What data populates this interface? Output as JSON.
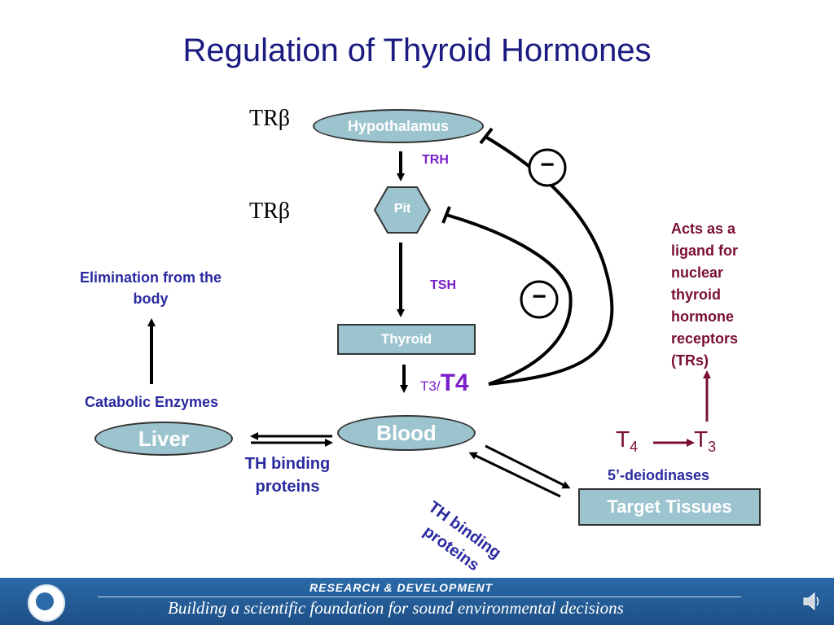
{
  "title": "Regulation of Thyroid Hormones",
  "tr_labels": [
    "TRβ",
    "TRβ"
  ],
  "nodes": {
    "hypothalamus": "Hypothalamus",
    "pit": "Pit",
    "thyroid": "Thyroid",
    "blood": "Blood",
    "liver": "Liver",
    "target": "Target Tissues"
  },
  "labels": {
    "trh": "TRH",
    "tsh": "TSH",
    "t3": "T3",
    "slash": "/",
    "t4": "T4",
    "elimination": "Elimination from the body",
    "catabolic": "Catabolic Enzymes",
    "th_binding_left": "TH binding proteins",
    "th_binding_right": "TH binding proteins",
    "acts_as": "Acts as a ligand for nuclear thyroid hormone receptors (TRs)",
    "t4_base": "T",
    "t4_sub": "4",
    "t3_base": "T",
    "t3_sub": "3",
    "deiodinases": "5’-deiodinases",
    "minus1": "−",
    "minus2": "−"
  },
  "footer": {
    "top": "RESEARCH &  DEVELOPMENT",
    "bottom": "Building a scientific foundation for sound environmental decisions"
  },
  "colors": {
    "title": "#1a1a80",
    "node_fill": "#9cc4cf",
    "purple": "#7a1fc8",
    "navy": "#2a2aa0",
    "maroon": "#7a1030",
    "footer": "#2a6aa8"
  },
  "icons": [
    "epa-seal-icon",
    "speaker-icon"
  ]
}
